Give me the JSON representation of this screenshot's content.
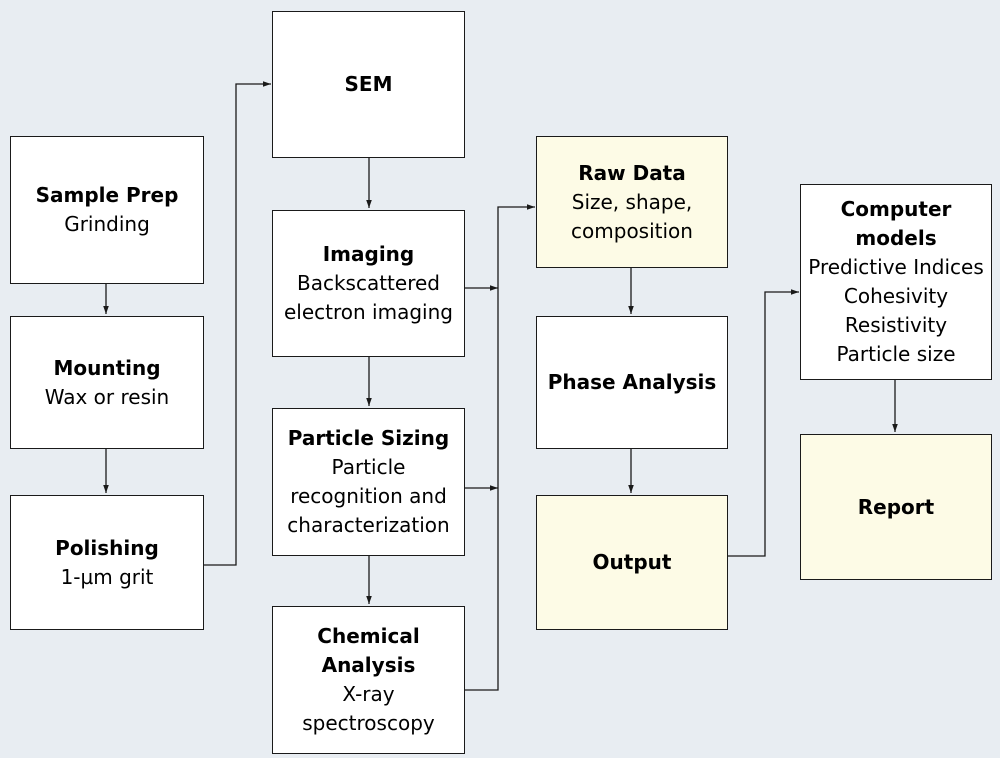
{
  "boxes": {
    "sample_prep": {
      "title": "Sample Prep",
      "subtitle": "Grinding"
    },
    "mounting": {
      "title": "Mounting",
      "subtitle": "Wax or resin"
    },
    "polishing": {
      "title": "Polishing",
      "subtitle": "1-µm grit"
    },
    "sem": {
      "title": "SEM",
      "subtitle": ""
    },
    "imaging": {
      "title": "Imaging",
      "subtitle": "Backscattered\nelectron imaging"
    },
    "particle_sizing": {
      "title": "Particle Sizing",
      "subtitle": "Particle\nrecognition and\ncharacterization"
    },
    "chemical_analysis": {
      "title": "Chemical\nAnalysis",
      "subtitle": "X-ray\nspectroscopy"
    },
    "raw_data": {
      "title": "Raw Data",
      "subtitle": "Size, shape,\ncomposition"
    },
    "phase_analysis": {
      "title": "Phase Analysis",
      "subtitle": ""
    },
    "output": {
      "title": "Output",
      "subtitle": ""
    },
    "computer_models": {
      "title": "Computer\nmodels",
      "subtitle": "Predictive Indices\nCohesivity\nResistivity\nParticle size"
    },
    "report": {
      "title": "Report",
      "subtitle": ""
    }
  },
  "colors": {
    "background": "#e8edf2",
    "box_fill": "#ffffff",
    "highlight_fill": "#fdfbe6",
    "stroke": "#1a1a1a"
  }
}
